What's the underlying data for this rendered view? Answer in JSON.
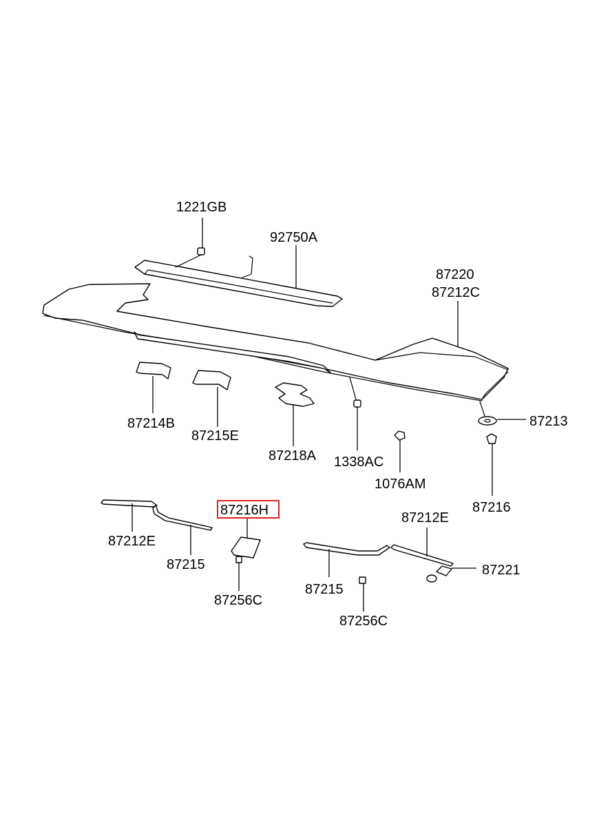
{
  "highlight_color": "#e02020",
  "labels": {
    "l_1221GB": "1221GB",
    "l_92750A": "92750A",
    "l_87220": "87220",
    "l_87212C": "87212C",
    "l_87214B": "87214B",
    "l_87215E": "87215E",
    "l_87218A": "87218A",
    "l_1338AC": "1338AC",
    "l_1076AM": "1076AM",
    "l_87213": "87213",
    "l_87216": "87216",
    "l_87212E_left": "87212E",
    "l_87215_left": "87215",
    "l_87216H": "87216H",
    "l_87256C_left": "87256C",
    "l_87212E_right": "87212E",
    "l_87221": "87221",
    "l_87215_right": "87215",
    "l_87256C_right": "87256C"
  },
  "highlighted_part": "87216H"
}
